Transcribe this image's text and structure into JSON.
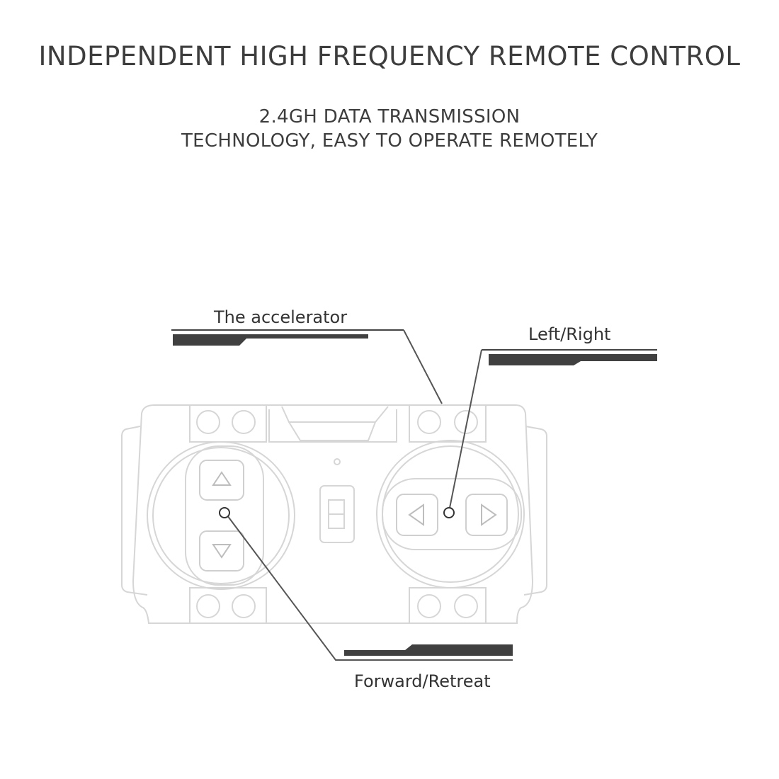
{
  "header": {
    "title": "INDEPENDENT HIGH FREQUENCY REMOTE CONTROL",
    "subtitle_line1": "2.4GH DATA TRANSMISSION",
    "subtitle_line2": "TECHNOLOGY, EASY TO OPERATE REMOTELY"
  },
  "callouts": {
    "accelerator": "The accelerator",
    "left_right": "Left/Right",
    "forward_retreat": "Forward/Retreat"
  },
  "colors": {
    "outline": "#d4d4d4",
    "callout_bar": "#404040",
    "leader": "#555555"
  }
}
